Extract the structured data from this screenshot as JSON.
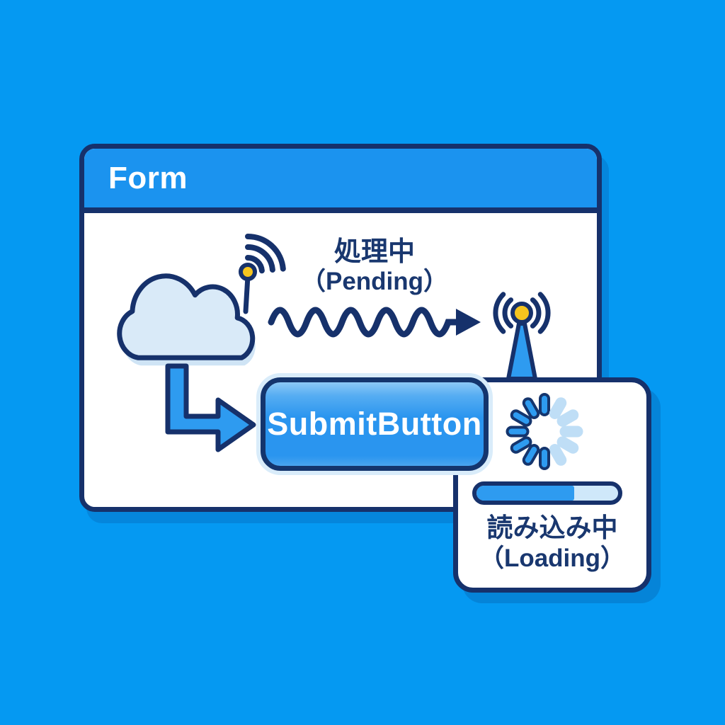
{
  "window": {
    "title": "Form"
  },
  "pending_label": {
    "ja": "処理中",
    "en": "（Pending）"
  },
  "submit_button": {
    "label": "SubmitButton"
  },
  "loading_card": {
    "ja": "読み込み中",
    "en": "（Loading）",
    "progress_percent": 69,
    "spinner": {
      "segments": 12,
      "active_segments": [
        0,
        6,
        7,
        8,
        9,
        10,
        11
      ]
    }
  },
  "icons": {
    "cloud": "cloud-with-signal-icon",
    "wifi": "wifi-waves-icon",
    "wave_arrow": "wavy-transmission-arrow-icon",
    "elbow_arrow": "elbow-arrow-icon",
    "antenna": "antenna-broadcast-icon",
    "spinner": "loading-spinner-icon",
    "progress": "progress-bar"
  },
  "colors": {
    "background": "#0599f2",
    "header_blue": "#1b93ef",
    "accent_blue": "#2e9bf0",
    "outline_navy": "#16316b",
    "text_navy": "#19376f",
    "cloud_light_blue": "#d9eaf8",
    "spinner_inactive": "#bfdef6",
    "progress_track": "#cfe8fa",
    "yellow": "#f6c51e",
    "white": "#ffffff"
  }
}
